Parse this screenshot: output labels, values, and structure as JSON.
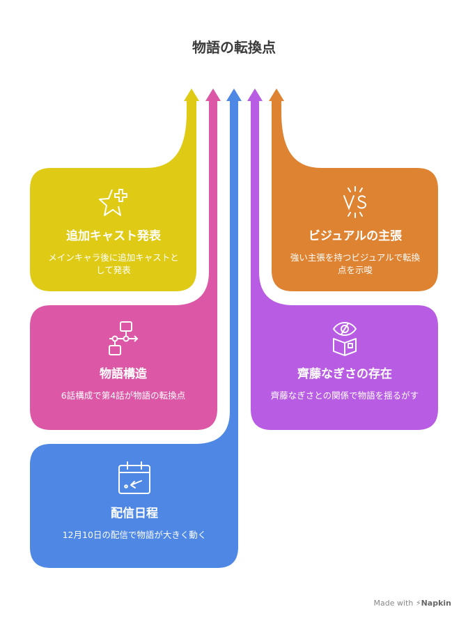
{
  "title": "物語の転換点",
  "colors": {
    "yellow": "#DFCB16",
    "pink": "#DC57A6",
    "blue": "#4E87E4",
    "purple": "#B85DE3",
    "orange": "#DE8331"
  },
  "cards": [
    {
      "icon": "star-plus-icon",
      "title": "追加キャスト発表",
      "desc": "メインキャラ後に追加キャストとして発表"
    },
    {
      "icon": "visual-vs-icon",
      "title": "ビジュアルの主張",
      "desc": "強い主張を持つビジュアルで転換点を示唆"
    },
    {
      "icon": "flowchart-icon",
      "title": "物語構造",
      "desc": "6話構成で第4話が物語の転換点"
    },
    {
      "icon": "eye-book-icon",
      "title": "齊藤なぎさの存在",
      "desc": "齊藤なぎさとの関係で物語を揺るがす"
    },
    {
      "icon": "calendar-icon",
      "title": "配信日程",
      "desc": "12月10日の配信で物語が大きく動く"
    }
  ],
  "footer": {
    "prefix": "Made with",
    "brand": "Napkin"
  }
}
